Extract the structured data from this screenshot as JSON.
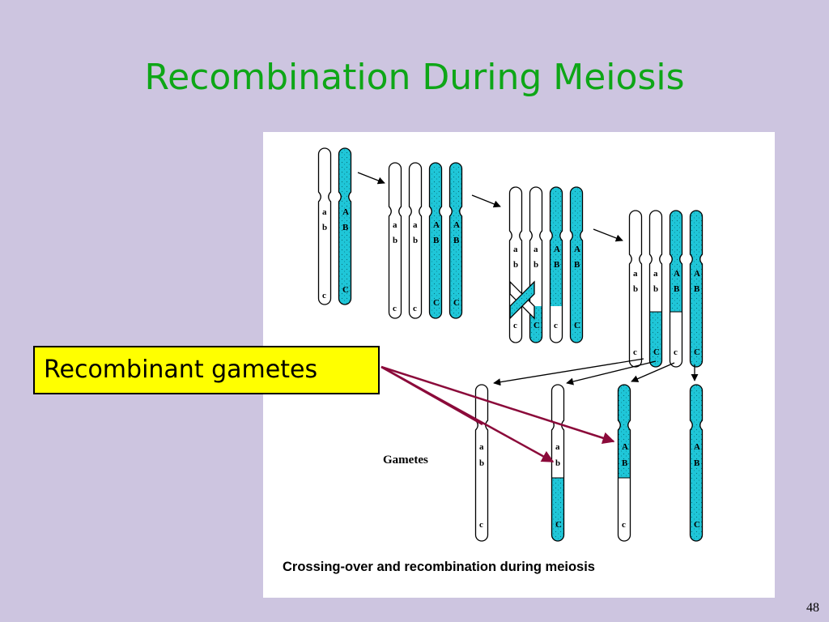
{
  "slide": {
    "title": "Recombination During Meiosis",
    "number": "48"
  },
  "callout": {
    "text": "Recombinant gametes"
  },
  "figure": {
    "caption": "Crossing-over and recombination  during meiosis",
    "gametes_label": "Gametes",
    "chromosome_color": "#1fc6d8",
    "allele_labels": [
      "a",
      "b",
      "c",
      "A",
      "B",
      "C"
    ]
  },
  "colors": {
    "title": "#0ea617",
    "background": "#cdc5e0",
    "callout_fill": "#ffff00",
    "arrow": "#8b0a3a"
  }
}
